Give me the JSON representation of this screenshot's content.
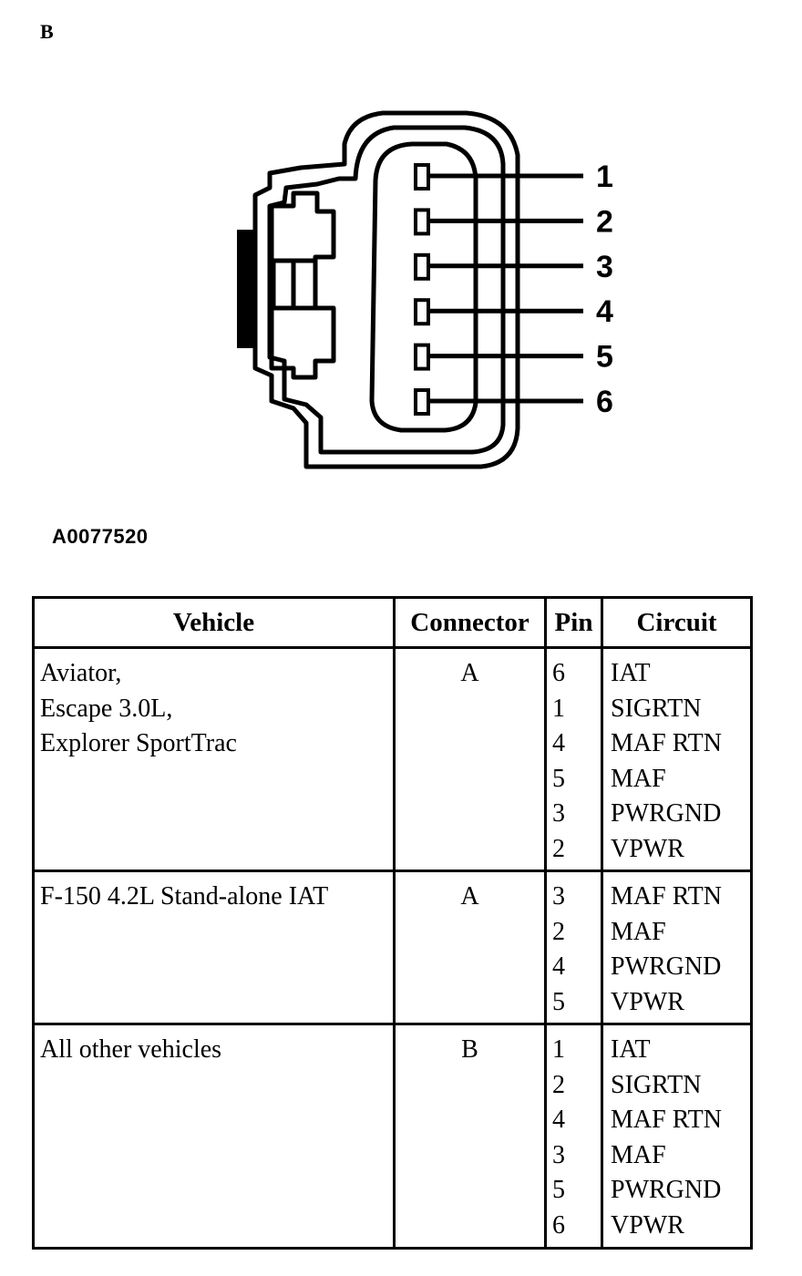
{
  "section_letter": "B",
  "figure_id": "A0077520",
  "diagram": {
    "pins": [
      {
        "number": "1"
      },
      {
        "number": "2"
      },
      {
        "number": "3"
      },
      {
        "number": "4"
      },
      {
        "number": "5"
      },
      {
        "number": "6"
      }
    ]
  },
  "table": {
    "headers": [
      "Vehicle",
      "Connector",
      "Pin",
      "Circuit"
    ],
    "rows": [
      {
        "vehicle_lines": [
          "Aviator,",
          "Escape 3.0L,",
          "Explorer SportTrac"
        ],
        "connector": "A",
        "pins": [
          "6",
          "1",
          "4",
          "5",
          "3",
          "2"
        ],
        "circuits": [
          "IAT",
          "SIGRTN",
          "MAF RTN",
          "MAF",
          "PWRGND",
          "VPWR"
        ]
      },
      {
        "vehicle_lines": [
          "F-150 4.2L Stand-alone IAT"
        ],
        "connector": "A",
        "pins": [
          "3",
          "2",
          "4",
          "5"
        ],
        "circuits": [
          "MAF RTN",
          "MAF",
          "PWRGND",
          "VPWR"
        ]
      },
      {
        "vehicle_lines": [
          "All other vehicles"
        ],
        "connector": "B",
        "pins": [
          "1",
          "2",
          "4",
          "3",
          "5",
          "6"
        ],
        "circuits": [
          "IAT",
          "SIGRTN",
          "MAF RTN",
          "MAF",
          "PWRGND",
          "VPWR"
        ]
      }
    ]
  }
}
